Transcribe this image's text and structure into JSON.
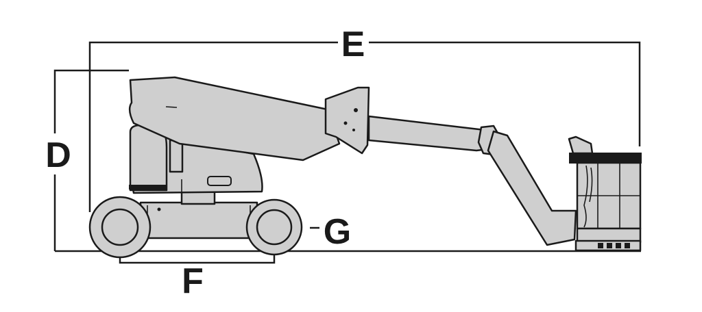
{
  "labels": {
    "d": "D",
    "e": "E",
    "f": "F",
    "g": "G"
  },
  "colors": {
    "ink": "#1a1a1a",
    "machine_fill": "#cfcfcf",
    "background": "#ffffff"
  }
}
